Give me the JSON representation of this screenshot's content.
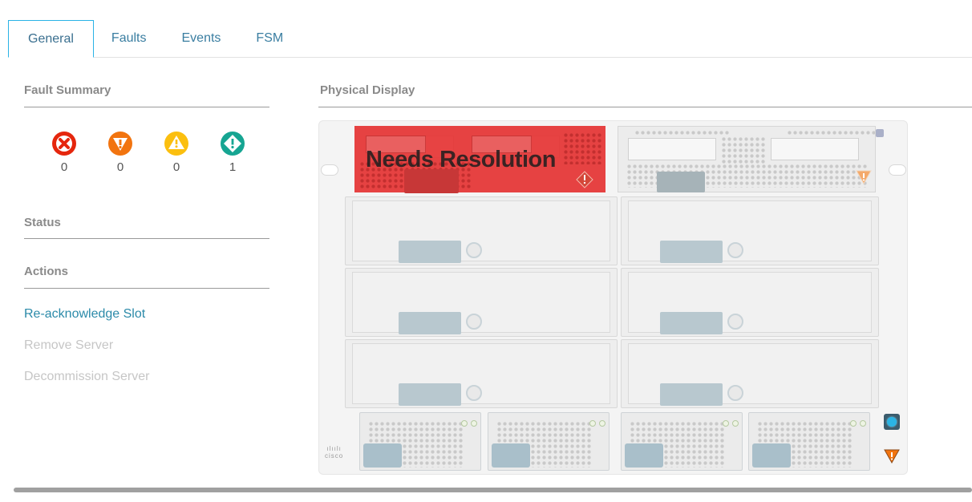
{
  "tabs": [
    {
      "label": "General",
      "active": true
    },
    {
      "label": "Faults",
      "active": false
    },
    {
      "label": "Events",
      "active": false
    },
    {
      "label": "FSM",
      "active": false
    }
  ],
  "fault_summary": {
    "title": "Fault Summary",
    "items": [
      {
        "severity": "critical",
        "icon": "critical-x-icon",
        "color": "#e5260d",
        "count": "0"
      },
      {
        "severity": "major",
        "icon": "major-triangle-down-icon",
        "color": "#f2740f",
        "count": "0"
      },
      {
        "severity": "minor",
        "icon": "minor-warning-triangle-icon",
        "color": "#fbbf0f",
        "count": "0"
      },
      {
        "severity": "warning",
        "icon": "warning-diamond-icon",
        "color": "#16a592",
        "count": "1"
      }
    ]
  },
  "status": {
    "title": "Status"
  },
  "actions": {
    "title": "Actions",
    "items": [
      {
        "label": "Re-acknowledge Slot",
        "enabled": true
      },
      {
        "label": "Remove Server",
        "enabled": false
      },
      {
        "label": "Decommission Server",
        "enabled": false
      }
    ]
  },
  "physical_display": {
    "title": "Physical Display",
    "overlay_text": "Needs Resolution",
    "highlight_color": "#e63434",
    "logo_text": "cisco"
  }
}
